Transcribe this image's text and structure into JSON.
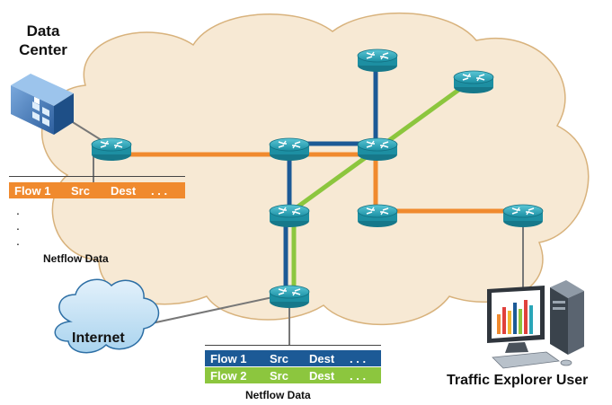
{
  "labels": {
    "data_center": "Data Center",
    "netflow_left": "Netflow Data",
    "netflow_bottom": "Netflow Data",
    "internet": "Internet",
    "traffic_user": "Traffic Explorer User"
  },
  "flow_left": {
    "name": "Flow 1",
    "src": "Src",
    "dest": "Dest",
    "more": ". . .",
    "color": "#f08a2e"
  },
  "flow_table": [
    {
      "name": "Flow 1",
      "src": "Src",
      "dest": "Dest",
      "more": ". . .",
      "color": "#1c5a96"
    },
    {
      "name": "Flow 2",
      "src": "Src",
      "dest": "Dest",
      "more": ". . .",
      "color": "#8cc63e"
    }
  ],
  "ellipsis_v": [
    ".",
    " .",
    ". "
  ],
  "colors": {
    "cloud_fill": "#f7e9d4",
    "cloud_stroke": "#d8b27c",
    "link_orange": "#f08a2e",
    "link_blue": "#1c5a96",
    "link_green": "#8cc63e",
    "link_gray": "#777777",
    "router": "#2aa6b8"
  },
  "icons": [
    "router-icon",
    "datacenter-icon",
    "internet-cloud-icon",
    "workstation-icon"
  ]
}
